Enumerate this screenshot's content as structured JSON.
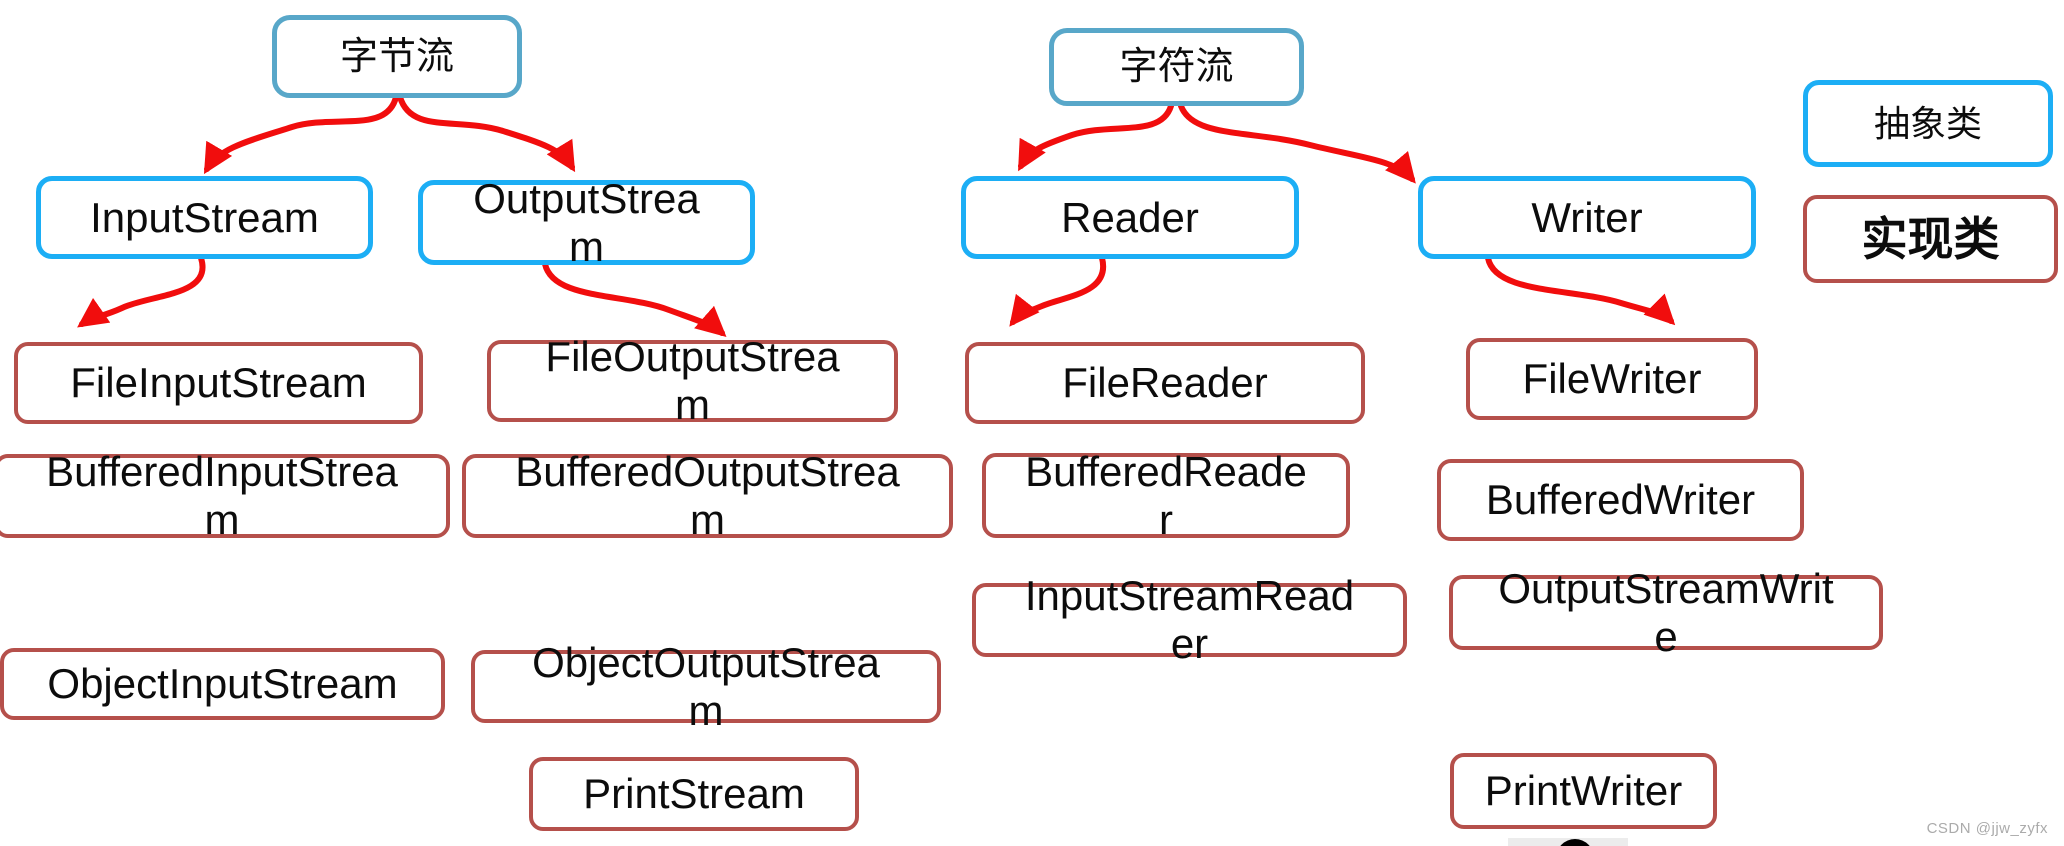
{
  "nodes": {
    "byte_stream": "字节流",
    "char_stream": "字符流",
    "input_stream": "InputStream",
    "output_stream": "OutputStrea\nm",
    "reader": "Reader",
    "writer": "Writer",
    "file_input_stream": "FileInputStream",
    "file_output_stream": "FileOutputStrea\nm",
    "file_reader": "FileReader",
    "file_writer": "FileWriter",
    "buffered_input_stream": "BufferedInputStrea\nm",
    "buffered_output_stream": "BufferedOutputStrea\nm",
    "buffered_reader": "BufferedReade\nr",
    "buffered_writer": "BufferedWriter",
    "input_stream_reader": "InputStreamRead\ner",
    "output_stream_writer": "OutputStreamWrit\ne",
    "object_input_stream": "ObjectInputStream",
    "object_output_stream": "ObjectOutputStrea\nm",
    "print_stream": "PrintStream",
    "print_writer": "PrintWriter"
  },
  "legend": {
    "abstract": "抽象类",
    "implementation": "实现类"
  },
  "relations": [
    {
      "from": "字节流",
      "to": "InputStream"
    },
    {
      "from": "字节流",
      "to": "OutputStream"
    },
    {
      "from": "InputStream",
      "to": "FileInputStream"
    },
    {
      "from": "OutputStream",
      "to": "FileOutputStream"
    },
    {
      "from": "字符流",
      "to": "Reader"
    },
    {
      "from": "字符流",
      "to": "Writer"
    },
    {
      "from": "Reader",
      "to": "FileReader"
    },
    {
      "from": "Writer",
      "to": "FileWriter"
    }
  ],
  "colors": {
    "root_border": "#58a7c9",
    "abstract_border": "#1caef5",
    "implementation_border": "#b5504b",
    "arrow": "#f10d0d"
  },
  "watermark": "CSDN @jjw_zyfx"
}
